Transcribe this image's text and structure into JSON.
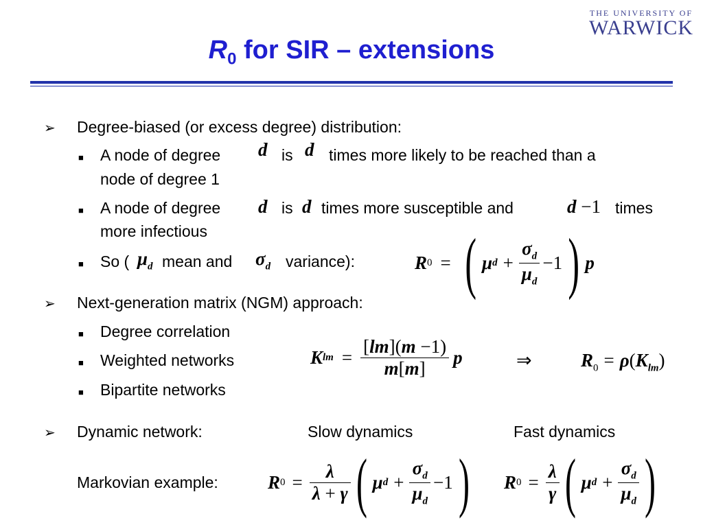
{
  "logo": {
    "line1": "THE UNIVERSITY OF",
    "line2": "WARWICK"
  },
  "title": {
    "r": "R",
    "sub": "0",
    "rest": " for SIR – extensions"
  },
  "bullets": {
    "b1": "Degree-biased (or excess degree) distribution:",
    "b1_1a": "A node of degree",
    "b1_1b": "is",
    "b1_1c": "times more likely to be reached than a",
    "b1_1d": "node of degree 1",
    "b1_2a": "A node of degree",
    "b1_2b": "is",
    "b1_2c": "times more susceptible and",
    "b1_2d": "times",
    "b1_2e": "more infectious",
    "b1_3a": "So (",
    "b1_3b": "mean and",
    "b1_3c": "variance):",
    "b2": "Next-generation matrix (NGM) approach:",
    "b2_1": "Degree correlation",
    "b2_2": "Weighted networks",
    "b2_3": "Bipartite networks",
    "b3": "Dynamic network:",
    "slow": "Slow dynamics",
    "fast": "Fast dynamics",
    "markov": "Markovian example:"
  },
  "symbols": {
    "arrow": "➢",
    "square": "■",
    "d": "d",
    "mu": "μ",
    "sigma": "σ",
    "lambda": "λ",
    "gamma": "γ",
    "rho": "ρ",
    "implies": "⇒"
  }
}
